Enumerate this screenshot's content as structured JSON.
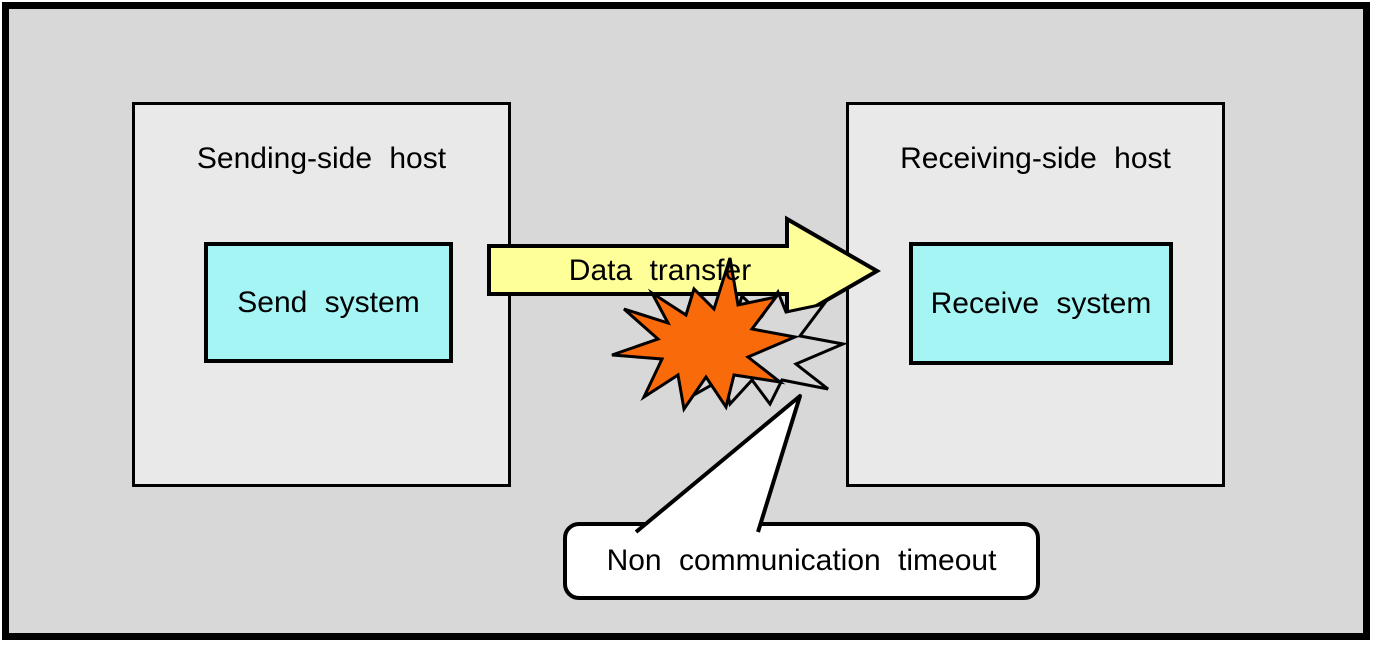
{
  "diagram": {
    "sending_host": {
      "title": "Sending-side host",
      "system_label": "Send system"
    },
    "receiving_host": {
      "title": "Receiving-side host",
      "system_label": "Receive system"
    },
    "arrow_label": "Data transfer",
    "callout_label": "Non communication timeout"
  },
  "colors": {
    "background": "#d8d8d8",
    "host_fill": "#e9e9e9",
    "system_fill": "#a5f5f5",
    "arrow_fill": "#ffff99",
    "burst_fill": "#f96a0a",
    "burst_back_fill": "#d8d8d8",
    "callout_fill": "#ffffff",
    "outline": "#000000"
  }
}
